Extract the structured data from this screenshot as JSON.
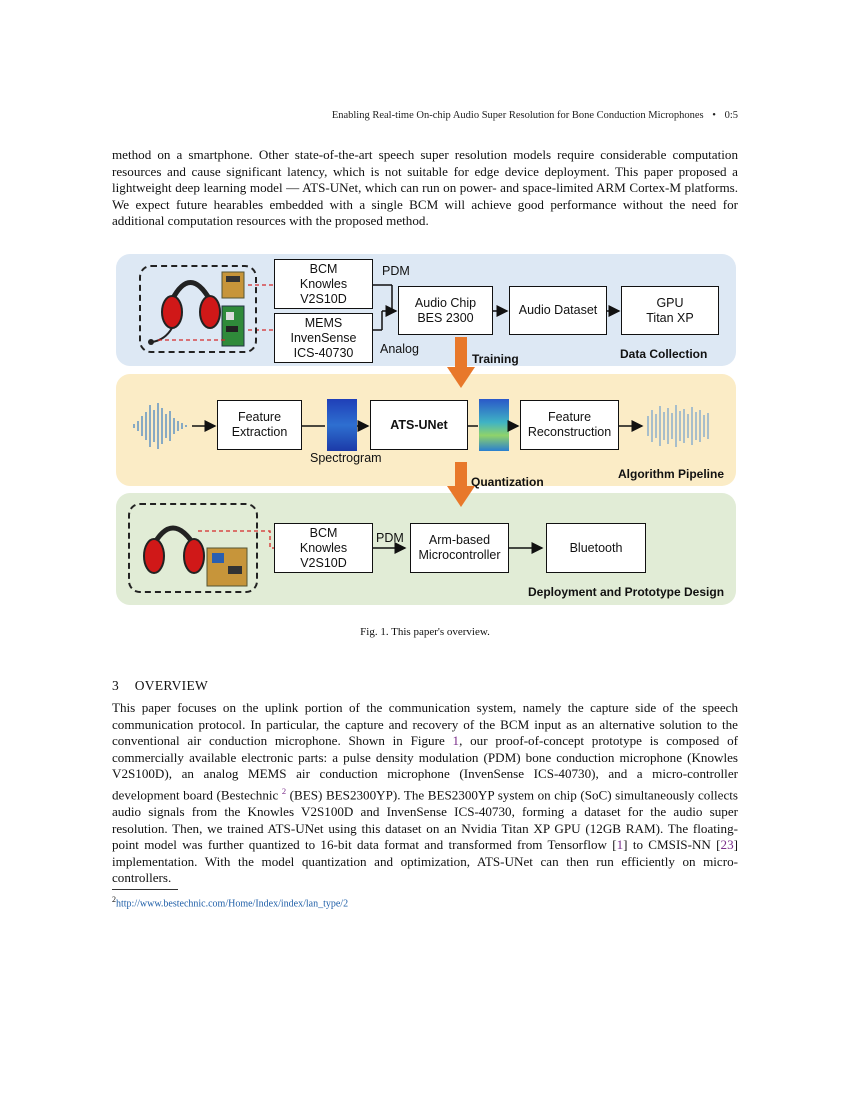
{
  "header": {
    "running_title": "Enabling Real-time On-chip Audio Super Resolution for Bone Conduction Microphones",
    "bullet": "•",
    "page_number": "0:5"
  },
  "intro_paragraph": "method on a smartphone. Other state-of-the-art speech super resolution models require considerable computation resources and cause significant latency, which is not suitable for edge device deployment. This paper proposed a lightweight deep learning model — ATS-UNet, which can run on power- and space-limited ARM Cortex-M platforms. We expect future hearables embedded with a single BCM will achieve good performance without the need for additional computation resources with the proposed method.",
  "figure": {
    "data_collection": {
      "bcm_box": "BCM\nKnowles\nV2S10D",
      "mems_box": "MEMS\nInvenSense\nICS-40730",
      "pdm_label": "PDM",
      "analog_label": "Analog",
      "audio_chip_box": "Audio Chip\nBES 2300",
      "audio_dataset_box": "Audio Dataset",
      "gpu_box": "GPU\nTitan XP",
      "panel_title": "Data Collection"
    },
    "training_label": "Training",
    "algorithm": {
      "feature_extraction_box": "Feature\nExtraction",
      "spectrogram_label": "Spectrogram",
      "ats_unet_box": "ATS-UNet",
      "feature_reconstruction_box": "Feature\nReconstruction",
      "panel_title": "Algorithm Pipeline"
    },
    "quantization_label": "Quantization",
    "deployment": {
      "bcm_box": "BCM\nKnowles\nV2S10D",
      "pdm_label": "PDM",
      "mcu_box": "Arm-based\nMicrocontroller",
      "bluetooth_box": "Bluetooth",
      "panel_title": "Deployment and Prototype Design"
    },
    "colors": {
      "data_panel": "#dde8f4",
      "algo_panel": "#fbecc6",
      "deploy_panel": "#e1ecd6",
      "arrow_orange": "#e8782a",
      "dashed_red": "#d62a2a",
      "waveform_blue": "#3b7fc4"
    },
    "caption": "Fig. 1.  This paper's overview."
  },
  "section": {
    "number": "3",
    "title": "OVERVIEW"
  },
  "overview_paragraph": {
    "part1": "This paper focuses on the uplink portion of the communication system, namely the capture side of the speech communication protocol. In particular, the capture and recovery of the BCM input as an alternative solution to the conventional air conduction microphone. Shown in Figure ",
    "fig_ref": "1",
    "part2": ", our proof-of-concept prototype is composed of commercially available electronic parts: a pulse density modulation (PDM) bone conduction microphone (Knowles V2S100D), an analog MEMS air conduction microphone (InvenSense ICS-40730), and a micro-controller development board (Bestechnic ",
    "footnote_ref": "2",
    "part3": " (BES) BES2300YP). The BES2300YP system on chip (SoC) simultaneously collects audio signals from the Knowles V2S100D and InvenSense ICS-40730, forming a dataset for the audio super resolution. Then, we trained ATS-UNet using this dataset on an Nvidia Titan XP GPU (12GB RAM). The floating-point model was further quantized to 16-bit data format and transformed from Tensorflow [",
    "cite1": "1",
    "part4": "] to CMSIS-NN [",
    "cite2": "23",
    "part5": "] implementation. With the model quantization and optimization, ATS-UNet can then run efficiently on micro-controllers."
  },
  "footnote": {
    "marker": "2",
    "url": "http://www.bestechnic.com/Home/Index/index/lan_type/2"
  }
}
